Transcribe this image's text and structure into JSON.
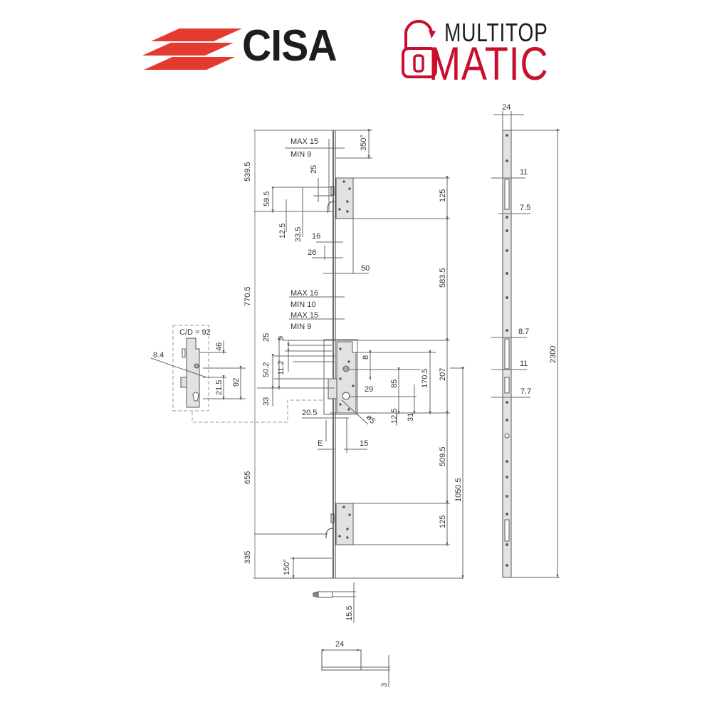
{
  "logos": {
    "brand": "CISA",
    "product_line1": "MULTITOP",
    "product_line2": "MATIC",
    "colors": {
      "brand_red": "#e53a2f",
      "product_red": "#c8102e",
      "text_dark": "#1d1d1b"
    },
    "icons": [
      "cisa-stripes-logo-icon",
      "padlock-open-arrow-icon"
    ]
  },
  "drawing": {
    "front_view": {
      "top_section": {
        "backset_note_1": "MAX 15",
        "backset_note_2": "MIN 9",
        "dim_top_angle": "350°",
        "dim_top_height": "539.5",
        "dim_25": "25",
        "dim_59_5": "59.5",
        "dim_12_5": "12.5",
        "dim_33_5": "33.5",
        "dim_16": "16",
        "dim_26": "26",
        "dim_50": "50",
        "dim_keeper_top": "125",
        "dim_583_5": "583.5"
      },
      "middle_section": {
        "note_max16": "MAX 16",
        "note_min10": "MIN 10",
        "note_max15": "MAX 15",
        "note_min9": "MIN 9",
        "dim_770_5": "770.5",
        "dim_25": "25",
        "dim_9": "9",
        "dim_50_2": "50.2",
        "dim_11_2": "11.2",
        "dim_33": "33",
        "dim_8": "8",
        "dim_29": "29",
        "dim_85": "85",
        "dim_170_5": "170.5",
        "dim_207": "207",
        "dim_12_5": "12.5",
        "dim_31": "31",
        "dim_20_5": "20.5",
        "dim_diam5": "ø5",
        "dim_E": "E",
        "dim_15": "15"
      },
      "bottom_section": {
        "dim_655": "655",
        "dim_509_5": "509.5",
        "dim_1050_5": "1050.5",
        "dim_keeper_bottom": "125",
        "dim_335": "335",
        "dim_bottom_angle": "150°",
        "dim_15_5": "15.5",
        "dim_24": "24",
        "dim_3": "3"
      }
    },
    "detail_inset": {
      "title": "C/D = 92",
      "dim_8_4": "8.4",
      "dim_46": "46",
      "dim_21_5": "21.5",
      "dim_92": "92"
    },
    "side_view": {
      "dim_width": "24",
      "dim_11_top": "11",
      "dim_7_5": "7.5",
      "dim_8_7": "8.7",
      "dim_11_mid": "11",
      "dim_7_7": "7.7",
      "dim_total": "2300"
    },
    "colors": {
      "line": "#555555",
      "fill_plate": "#e2e2e2",
      "dim_line": "#888888"
    }
  }
}
